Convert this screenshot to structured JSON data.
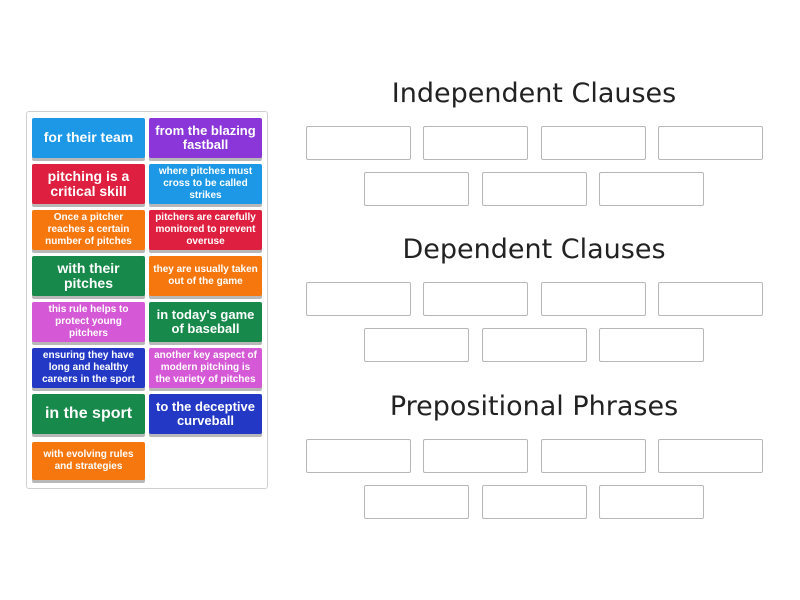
{
  "tiles": [
    {
      "text": "for their team",
      "color": "#1c98e6"
    },
    {
      "text": "from the blazing fastball",
      "color": "#8a36d9"
    },
    {
      "text": "pitching is a critical skill",
      "color": "#df1f3f"
    },
    {
      "text": "where pitches must cross to be called strikes",
      "color": "#1c98e6"
    },
    {
      "text": "Once a pitcher reaches a certain number of pitches",
      "color": "#f7770f"
    },
    {
      "text": "pitchers are carefully monitored to prevent overuse",
      "color": "#df1f3f"
    },
    {
      "text": "with their pitches",
      "color": "#16894b"
    },
    {
      "text": "they are usually taken out of the game",
      "color": "#f7770f"
    },
    {
      "text": "this rule helps to protect young pitchers",
      "color": "#d558d6"
    },
    {
      "text": "in today's game of baseball",
      "color": "#16894b"
    },
    {
      "text": "ensuring they have long and healthy careers in the sport",
      "color": "#2339c6"
    },
    {
      "text": "another key aspect of modern pitching is the variety of pitches",
      "color": "#d558d6"
    },
    {
      "text": "in the sport",
      "color": "#16894b"
    },
    {
      "text": "to the deceptive curveball",
      "color": "#2339c6"
    },
    {
      "text": "with evolving rules and strategies",
      "color": "#f7770f"
    }
  ],
  "groups": [
    {
      "title": "Independent Clauses"
    },
    {
      "title": "Dependent Clauses"
    },
    {
      "title": "Prepositional Phrases"
    }
  ]
}
